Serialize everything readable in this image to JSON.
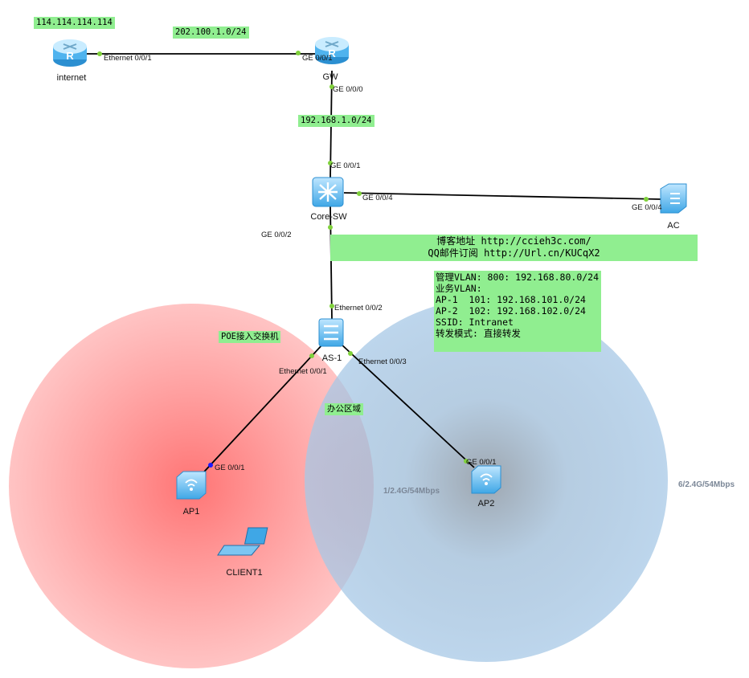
{
  "colors": {
    "label_bg": "#90ee90",
    "coverage_ap1": "#ff7a7a",
    "coverage_ap2": "#7fb2e0",
    "link": "#000000",
    "port_dot": "#7fd13b",
    "port_dot_client": "#1a1aff",
    "device_blue": "#3fa7e6"
  },
  "networks": {
    "internet_ip": "114.114.114.114",
    "wan_subnet": "202.100.1.0/24",
    "lan_subnet": "192.168.1.0/24"
  },
  "nodes": {
    "internet": {
      "label": "internet",
      "icon": "router-icon"
    },
    "gw": {
      "label": "GW",
      "icon": "router-icon"
    },
    "core_sw": {
      "label": "Core-SW",
      "icon": "core-switch-icon"
    },
    "ac": {
      "label": "AC",
      "icon": "access-controller-icon"
    },
    "as1": {
      "label": "AS-1",
      "icon": "switch-icon"
    },
    "ap1": {
      "label": "AP1",
      "icon": "access-point-icon"
    },
    "ap2": {
      "label": "AP2",
      "icon": "access-point-icon"
    },
    "client1": {
      "label": "CLIENT1",
      "icon": "laptop-icon"
    }
  },
  "ports": {
    "internet_e001": "Ethernet 0/0/1",
    "gw_ge001": "GE 0/0/1",
    "gw_ge000": "GE 0/0/0",
    "coresw_ge001": "GE 0/0/1",
    "coresw_ge004": "GE 0/0/4",
    "ac_ge004": "GE 0/0/4",
    "coresw_ge002": "GE 0/0/2",
    "as1_e002": "Ethernet 0/0/2",
    "as1_e001": "Ethernet 0/0/1",
    "as1_e003": "Ethernet 0/0/3",
    "ap1_ge001": "GE 0/0/1",
    "ap2_ge001": "GE 0/0/1"
  },
  "labels": {
    "poe_switch": "POE接入交换机",
    "office_area": "办公区域",
    "blog_line1": "博客地址 http://ccieh3c.com/",
    "blog_line2": "QQ邮件订阅 http://Url.cn/KUCqX2"
  },
  "config_note": {
    "lines": [
      "管理VLAN: 800: 192.168.80.0/24",
      "业务VLAN:",
      "AP-1  101: 192.168.101.0/24",
      "AP-2  102: 192.168.102.0/24",
      "SSID: Intranet",
      "转发模式: 直接转发"
    ]
  },
  "radio": {
    "ap1": "1/2.4G/54Mbps",
    "ap2": "6/2.4G/54Mbps"
  }
}
